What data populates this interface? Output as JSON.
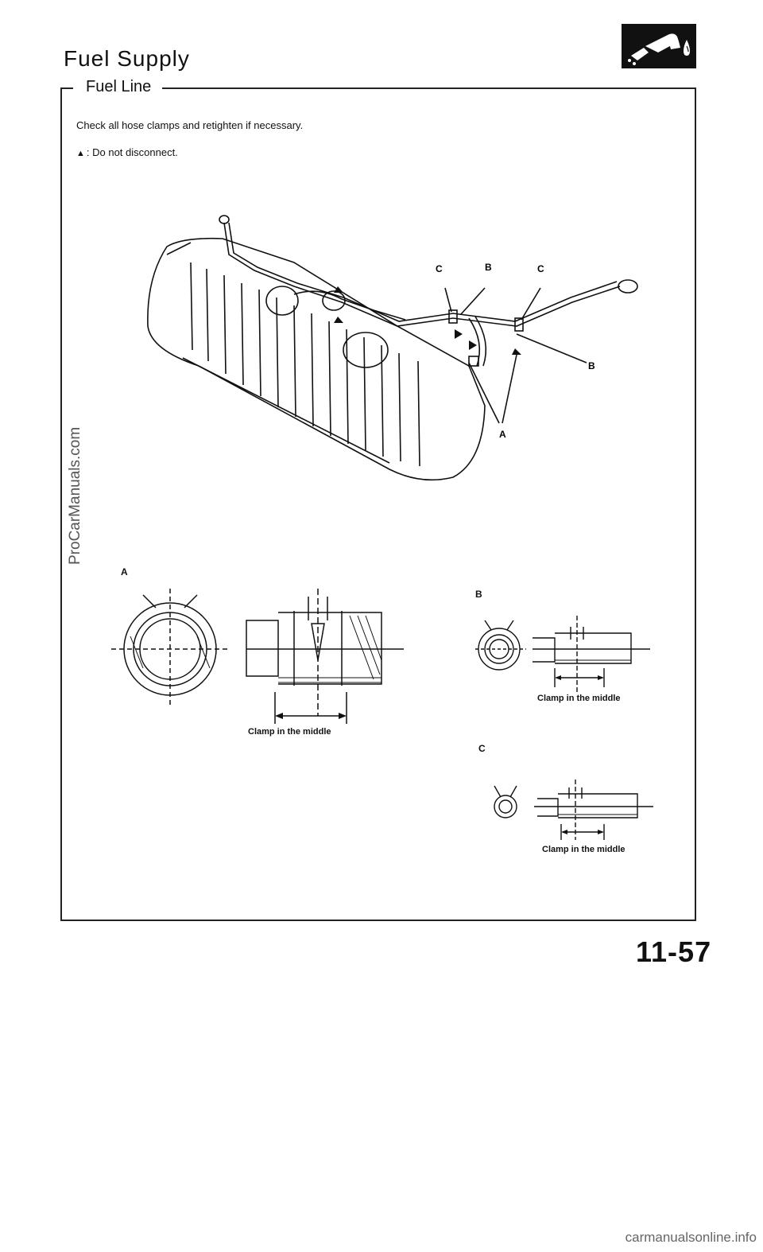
{
  "header": {
    "title": "Fuel Supply",
    "section": "Fuel Line"
  },
  "instructions": {
    "check": "Check all hose clamps and retighten if necessary.",
    "note_symbol": "▲",
    "note_text": ": Do not disconnect."
  },
  "diagram": {
    "callouts": {
      "a": "A",
      "b": "B",
      "c": "C"
    }
  },
  "details": {
    "a": {
      "label": "A",
      "caption": "Clamp in the middle"
    },
    "b": {
      "label": "B",
      "caption": "Clamp in the middle"
    },
    "c": {
      "label": "C",
      "caption": "Clamp in the middle"
    }
  },
  "footer": {
    "page_number": "11-57",
    "watermark_side": "ProCarManuals.com",
    "watermark_bottom": "carmanualsonline.info"
  },
  "icons": {
    "header_icon": "fuel-nozzle-icon"
  }
}
